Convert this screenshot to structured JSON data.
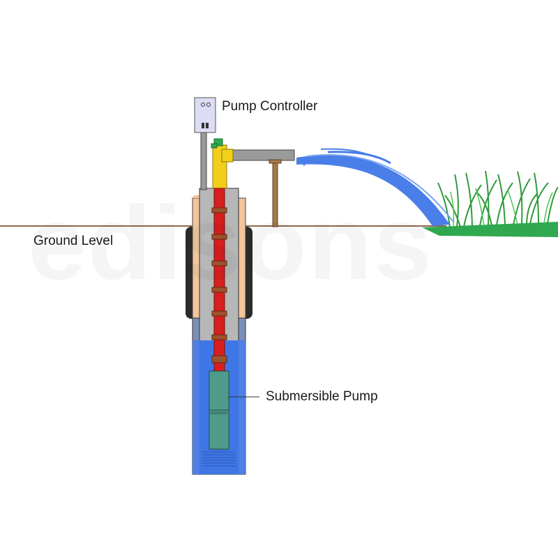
{
  "labels": {
    "pump_controller": "Pump Controller",
    "ground_level": "Ground Level",
    "submersible_pump": "Submersible Pump"
  },
  "watermark": "edisons",
  "colors": {
    "water": "#4a7ee8",
    "casing": "#b7b7b7",
    "pipe": "#d81e1e",
    "coupling": "#a0522d",
    "fitting": "#f2cf1a",
    "pump_body": "#4f9b8a",
    "grass": "#2fa84f",
    "soil_line": "#8b6a4a",
    "controller": "#dcdcf4"
  }
}
